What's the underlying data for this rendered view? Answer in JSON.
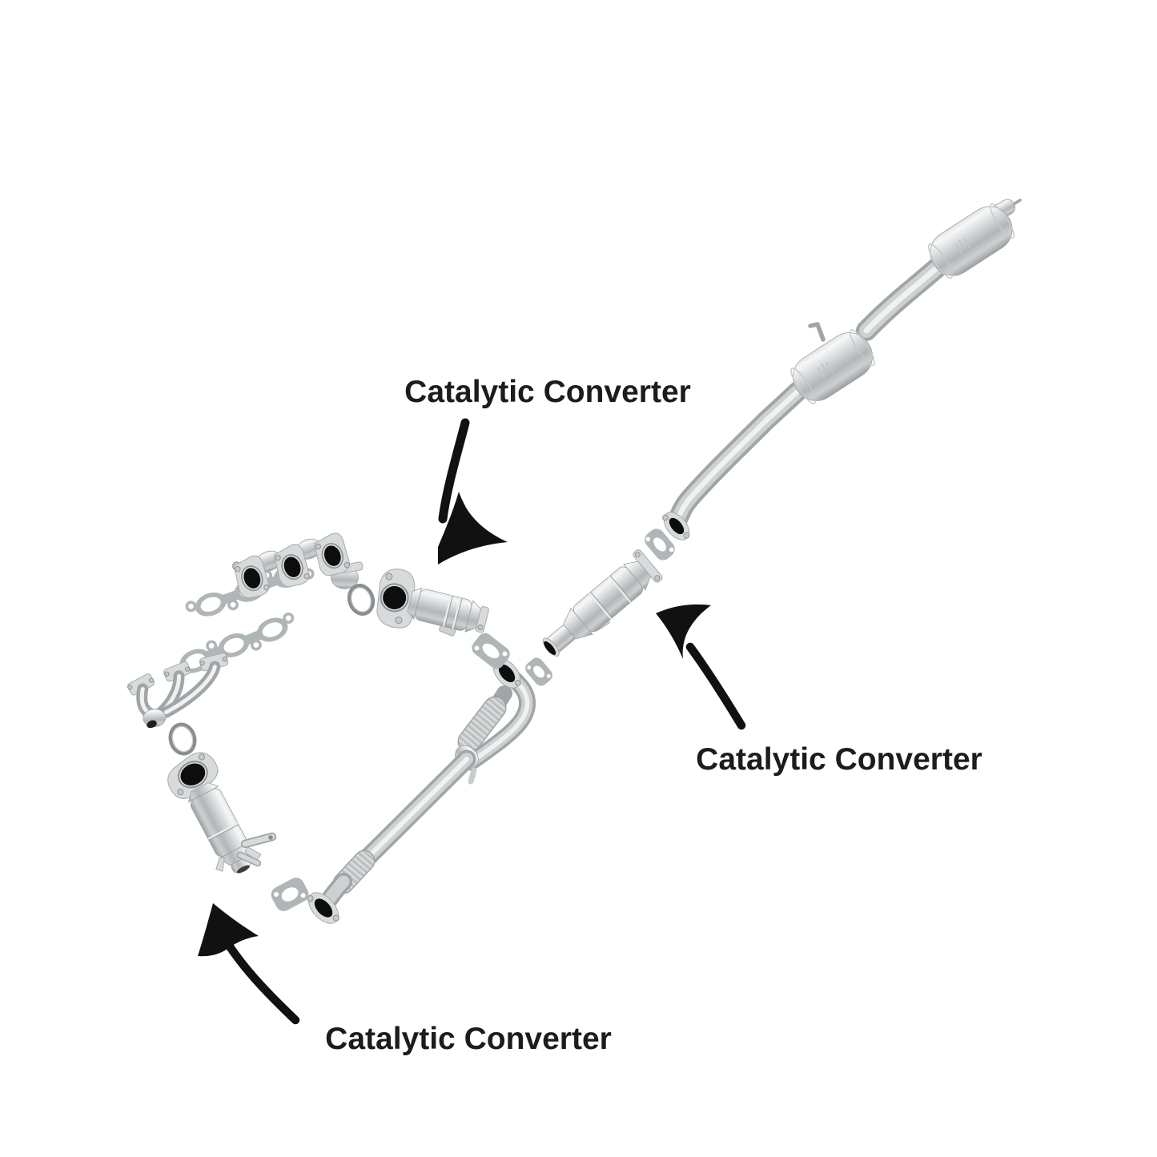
{
  "background": "#ffffff",
  "text_color": "#1b1c1e",
  "arrow_color": "#111111",
  "labels": [
    {
      "id": "top",
      "text": "Catalytic Converter"
    },
    {
      "id": "right",
      "text": "Catalytic Converter"
    },
    {
      "id": "bottom",
      "text": "Catalytic Converter"
    }
  ],
  "icons": [
    {
      "name": "curved-arrow-down-left"
    },
    {
      "name": "curved-arrow-up-left"
    },
    {
      "name": "curved-arrow-up"
    }
  ],
  "parts": [
    {
      "name": "tailpipe-tip"
    },
    {
      "name": "rear-muffler"
    },
    {
      "name": "intermediate-pipe"
    },
    {
      "name": "middle-muffler"
    },
    {
      "name": "muffler-hanger-rod"
    },
    {
      "name": "pipe-flange"
    },
    {
      "name": "flange-gasket"
    },
    {
      "name": "middle-catalytic-converter"
    },
    {
      "name": "y-flex-front-pipe"
    },
    {
      "name": "rear-exhaust-manifold"
    },
    {
      "name": "rear-manifold-gasket"
    },
    {
      "name": "front-exhaust-manifold"
    },
    {
      "name": "front-manifold-gasket"
    },
    {
      "name": "o-ring-gasket-top"
    },
    {
      "name": "o-ring-gasket-bottom"
    },
    {
      "name": "front-catalytic-converter-upper"
    },
    {
      "name": "front-catalytic-converter-lower"
    }
  ],
  "colors": {
    "metal_highlight": "#f6f7f8",
    "metal_mid": "#d2d5d6",
    "metal_shadow": "#9aa0a2",
    "gasket_gray": "#b0b6b7",
    "port_black": "#0d0d0e"
  }
}
